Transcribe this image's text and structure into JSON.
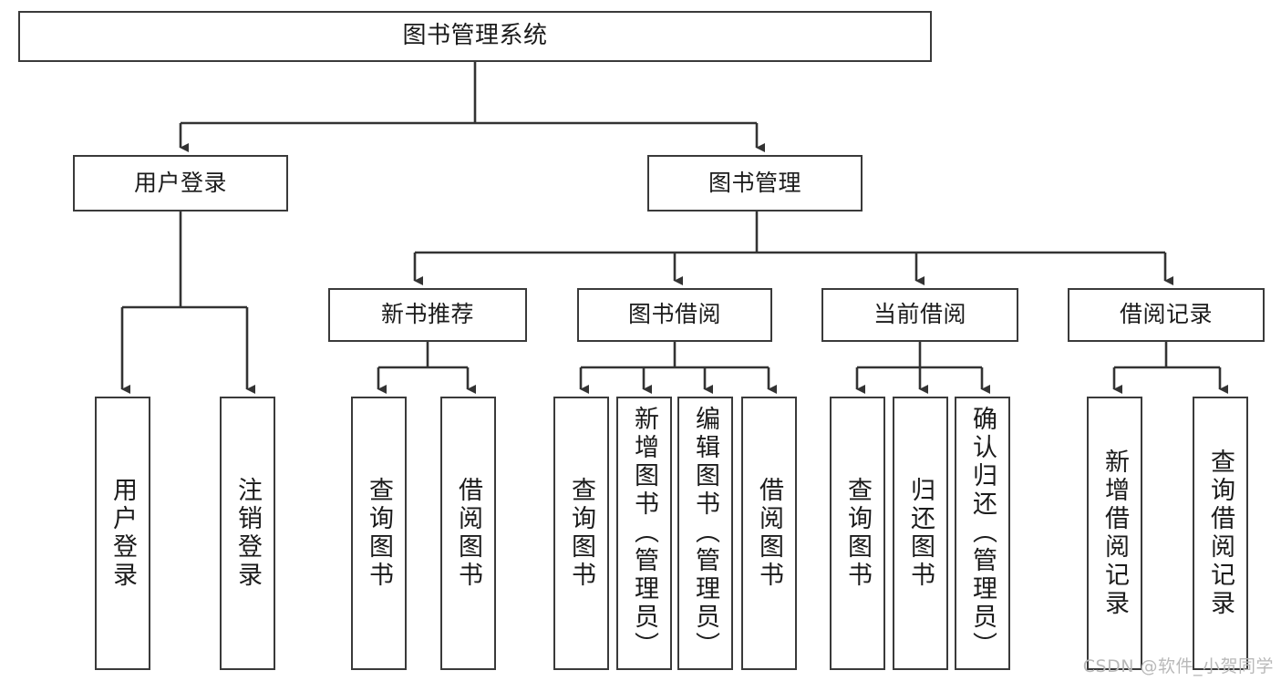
{
  "diagram": {
    "type": "tree",
    "title": "图书管理系统",
    "watermark": "CSDN @软件_小贺同学",
    "colors": {
      "box_border": "#3a3a3a",
      "box_fill": "#ffffff",
      "connector": "#333333",
      "text": "#1b1b1b",
      "watermark": "#b9b9b9"
    },
    "levels": {
      "root": {
        "label": "图书管理系统"
      },
      "level2": [
        {
          "label": "用户登录"
        },
        {
          "label": "图书管理"
        }
      ],
      "level3": [
        {
          "label": "新书推荐"
        },
        {
          "label": "图书借阅"
        },
        {
          "label": "当前借阅"
        },
        {
          "label": "借阅记录"
        }
      ],
      "leaves": [
        {
          "label": "用户登录",
          "parent": "用户登录"
        },
        {
          "label": "注销登录",
          "parent": "用户登录"
        },
        {
          "label": "查询图书",
          "parent": "新书推荐"
        },
        {
          "label": "借阅图书",
          "parent": "新书推荐"
        },
        {
          "label": "查询图书",
          "parent": "图书借阅"
        },
        {
          "label": "新增图书（管理员）",
          "parent": "图书借阅"
        },
        {
          "label": "编辑图书（管理员）",
          "parent": "图书借阅"
        },
        {
          "label": "借阅图书",
          "parent": "图书借阅"
        },
        {
          "label": "查询图书",
          "parent": "当前借阅"
        },
        {
          "label": "归还图书",
          "parent": "当前借阅"
        },
        {
          "label": "确认归还（管理员）",
          "parent": "当前借阅"
        },
        {
          "label": "新增借阅记录",
          "parent": "借阅记录"
        },
        {
          "label": "查询借阅记录",
          "parent": "借阅记录"
        }
      ]
    }
  }
}
